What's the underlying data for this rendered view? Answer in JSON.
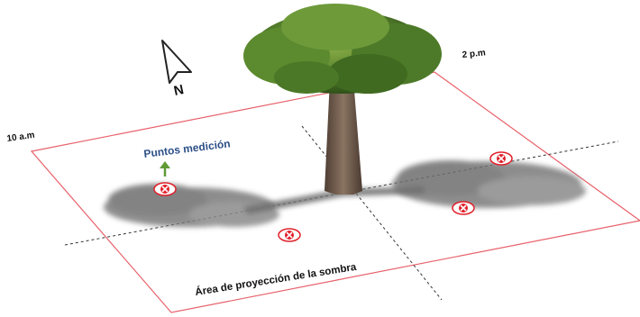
{
  "labels": {
    "time_left": "10 a.m",
    "time_right": "2 p.m",
    "north": "N",
    "measurement_points": "Puntos medición",
    "shadow_area": "Área de proyección de la sombra"
  },
  "colors": {
    "plot_border": "#e8606a",
    "measurement_text": "#2b4f86",
    "arrow": "#5f9a34",
    "marker": "#e0202a",
    "shadow": "#7a7a7a",
    "canopy": "#4f7a2a",
    "trunk": "#6f5a48"
  },
  "icons": {
    "north_pointer": "cursor-arrow-icon",
    "measurement_marker": "red-cross-marker-icon",
    "upward_arrow": "up-arrow-icon"
  },
  "markers_count": 4
}
